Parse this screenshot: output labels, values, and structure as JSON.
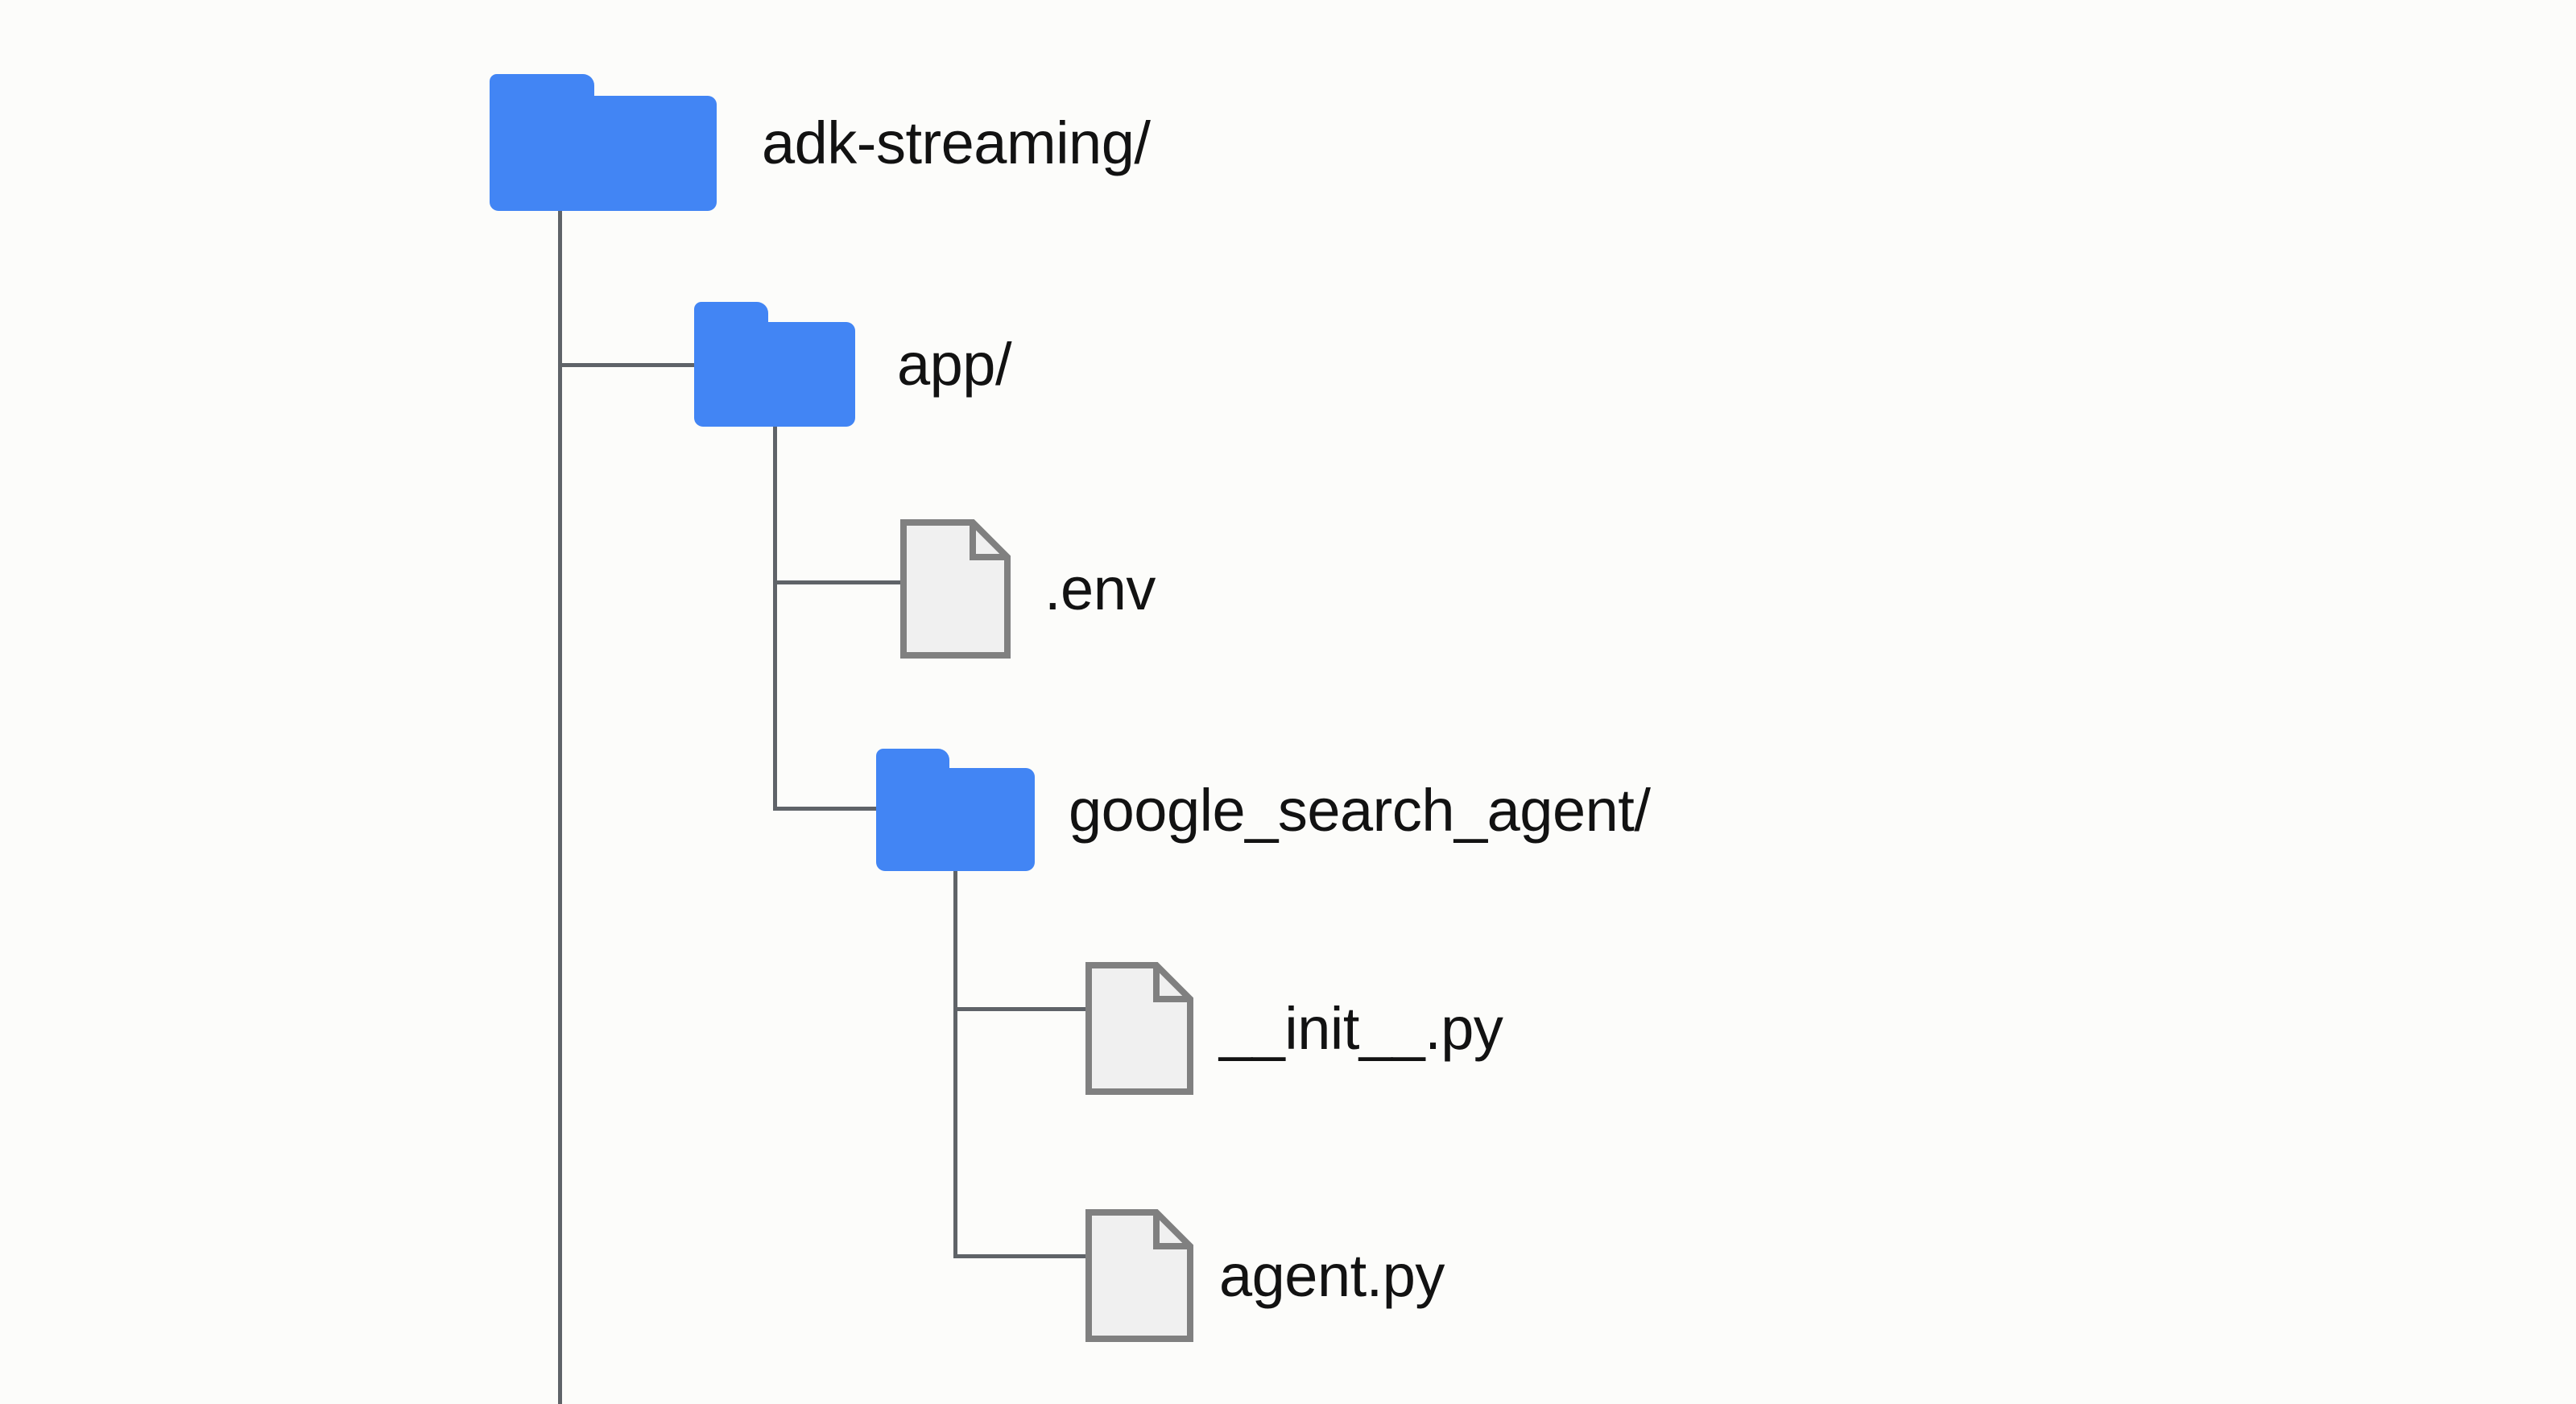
{
  "diagram": {
    "title": "project directory tree",
    "background_color": "#fcfcfa",
    "folder_color": "#4285f4",
    "file_fill_color": "#f0f0f0",
    "file_border_color": "#808080",
    "connector_color": "#5f6368",
    "label_color": "#121212"
  },
  "tree": {
    "root": {
      "label": "adk-streaming/",
      "icon": "folder-icon",
      "type": "folder",
      "depth": 0
    },
    "nodes": [
      {
        "label": "app/",
        "icon": "folder-icon",
        "type": "folder",
        "depth": 1
      },
      {
        "label": ".env",
        "icon": "file-icon",
        "type": "file",
        "depth": 2
      },
      {
        "label": "google_search_agent/",
        "icon": "folder-icon",
        "type": "folder",
        "depth": 2
      },
      {
        "label": "__init__.py",
        "icon": "file-icon",
        "type": "file",
        "depth": 3
      },
      {
        "label": "agent.py",
        "icon": "file-icon",
        "type": "file",
        "depth": 3
      }
    ]
  }
}
